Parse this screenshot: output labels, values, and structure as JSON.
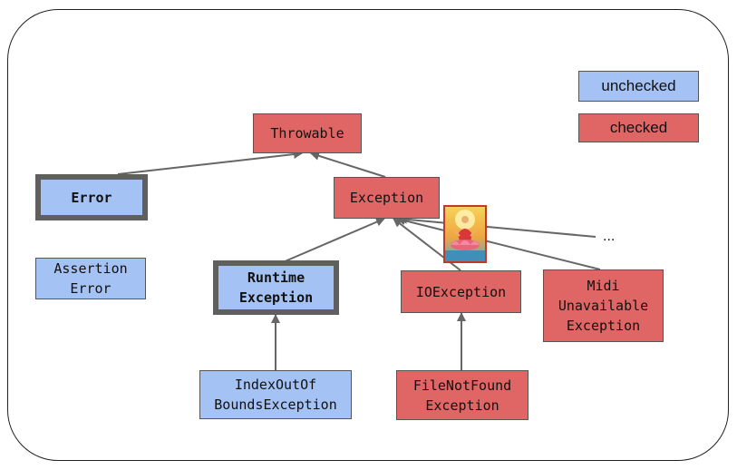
{
  "nodes": {
    "throwable": "Throwable",
    "error": "Error",
    "exception": "Exception",
    "assertion_error": "Assertion\nError",
    "runtime_exception": "Runtime\nException",
    "ioexception": "IOException",
    "midi_unavailable": "Midi\nUnavailable\nException",
    "index_out_of_bounds": "IndexOutOf\nBoundsException",
    "file_not_found": "FileNotFound\nException"
  },
  "more_indicator": "...",
  "legend": {
    "unchecked": "unchecked",
    "checked": "checked"
  },
  "colors": {
    "checked": "#e06666",
    "unchecked": "#a4c2f4",
    "edge": "#666666"
  },
  "edges": [
    {
      "from": "error",
      "to": "throwable"
    },
    {
      "from": "exception",
      "to": "throwable"
    },
    {
      "from": "runtime_exception",
      "to": "exception"
    },
    {
      "from": "ioexception",
      "to": "exception"
    },
    {
      "from": "midi_unavailable",
      "to": "exception"
    },
    {
      "from": "more",
      "to": "exception"
    },
    {
      "from": "index_out_of_bounds",
      "to": "runtime_exception"
    },
    {
      "from": "file_not_found",
      "to": "ioexception"
    }
  ],
  "image": {
    "subject": "deity-on-lotus-painting"
  }
}
